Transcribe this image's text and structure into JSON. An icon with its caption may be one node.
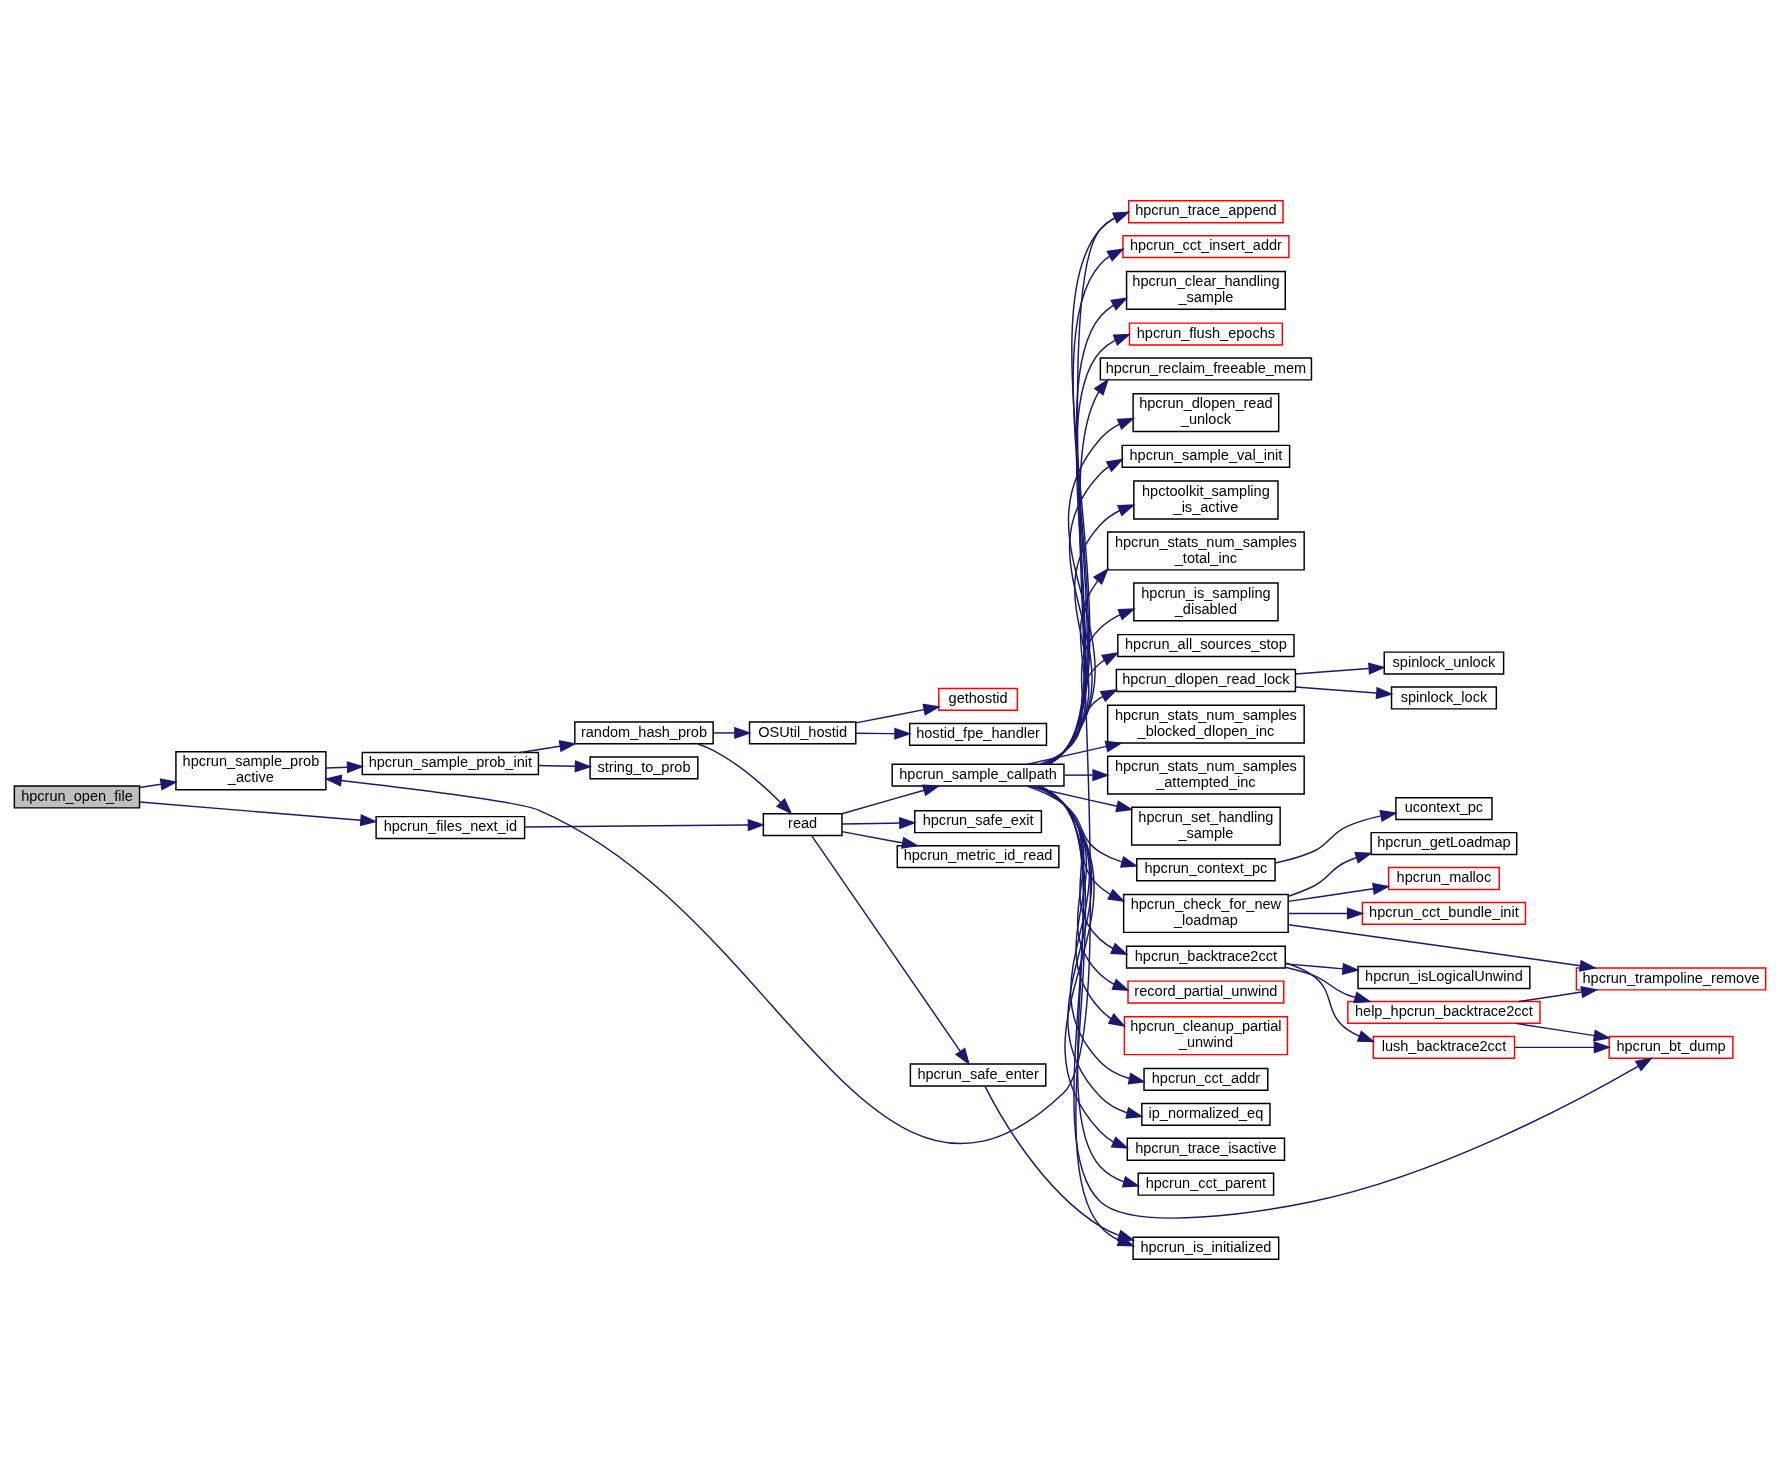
{
  "diagram": {
    "nodes": [
      {
        "text": [
          "hpcrun_open_file"
        ]
      },
      {
        "text": [
          "hpcrun_sample_prob _active"
        ]
      },
      {
        "text": [
          "hpcrun_files_next_id"
        ]
      },
      {
        "text": [
          "hpcrun_sample_prob_init"
        ]
      },
      {
        "text": [
          "random_hash_prob"
        ]
      },
      {
        "text": [
          "string_to_prob"
        ]
      },
      {
        "text": [
          "OSUtil_hostid"
        ]
      },
      {
        "text": [
          "gethostid"
        ]
      },
      {
        "text": [
          "hostid_fpe_handler"
        ]
      },
      {
        "text": [
          "read"
        ]
      },
      {
        "text": [
          "hpcrun_sample_callpath"
        ]
      },
      {
        "text": [
          "hpcrun_safe_exit"
        ]
      },
      {
        "text": [
          "hpcrun_metric_id_read"
        ]
      },
      {
        "text": [
          "hpcrun_safe_enter"
        ]
      },
      {
        "text": [
          "hpcrun_trace_append"
        ]
      },
      {
        "text": [
          "hpcrun_cct_insert_addr"
        ]
      },
      {
        "text": [
          "hpcrun_clear_handling _sample"
        ]
      },
      {
        "text": [
          "hpcrun_flush_epochs"
        ]
      },
      {
        "text": [
          "hpcrun_reclaim_freeable_mem"
        ]
      },
      {
        "text": [
          "hpcrun_dlopen_read _unlock"
        ]
      },
      {
        "text": [
          "hpcrun_sample_val_init"
        ]
      },
      {
        "text": [
          "hpctoolkit_sampling _is_active"
        ]
      },
      {
        "text": [
          "hpcrun_stats_num_samples _total_inc"
        ]
      },
      {
        "text": [
          "hpcrun_is_sampling _disabled"
        ]
      },
      {
        "text": [
          "hpcrun_all_sources_stop"
        ]
      },
      {
        "text": [
          "hpcrun_dlopen_read_lock"
        ]
      },
      {
        "text": [
          "hpcrun_stats_num_samples _blocked_dlopen_inc"
        ]
      },
      {
        "text": [
          "hpcrun_stats_num_samples _attempted_inc"
        ]
      },
      {
        "text": [
          "hpcrun_set_handling _sample"
        ]
      },
      {
        "text": [
          "hpcrun_context_pc"
        ]
      },
      {
        "text": [
          "hpcrun_check_for_new _loadmap"
        ]
      },
      {
        "text": [
          "hpcrun_backtrace2cct"
        ]
      },
      {
        "text": [
          "record_partial_unwind"
        ]
      },
      {
        "text": [
          "hpcrun_cleanup_partial _unwind"
        ]
      },
      {
        "text": [
          "hpcrun_cct_addr"
        ]
      },
      {
        "text": [
          "ip_normalized_eq"
        ]
      },
      {
        "text": [
          "hpcrun_trace_isactive"
        ]
      },
      {
        "text": [
          "hpcrun_cct_parent"
        ]
      },
      {
        "text": [
          "hpcrun_is_initialized"
        ]
      },
      {
        "text": [
          "spinlock_unlock"
        ]
      },
      {
        "text": [
          "spinlock_lock"
        ]
      },
      {
        "text": [
          "ucontext_pc"
        ]
      },
      {
        "text": [
          "hpcrun_getLoadmap"
        ]
      },
      {
        "text": [
          "hpcrun_malloc"
        ]
      },
      {
        "text": [
          "hpcrun_cct_bundle_init"
        ]
      },
      {
        "text": [
          "hpcrun_isLogicalUnwind"
        ]
      },
      {
        "text": [
          "help_hpcrun_backtrace2cct"
        ]
      },
      {
        "text": [
          "lush_backtrace2cct"
        ]
      },
      {
        "text": [
          "hpcrun_trampoline_remove"
        ]
      },
      {
        "text": [
          "hpcrun_bt_dump"
        ]
      }
    ],
    "edges": [
      {
        "from": 0,
        "to": 1,
        "arrow": "to"
      },
      {
        "from": 0,
        "to": 2,
        "arrow": "to"
      },
      {
        "from": 1,
        "to": 3,
        "arrow": "to"
      },
      {
        "from": 3,
        "to": 4,
        "arrow": "to"
      },
      {
        "from": 3,
        "to": 5,
        "arrow": "to"
      },
      {
        "from": 4,
        "to": 6,
        "arrow": "to"
      },
      {
        "from": 4,
        "to": 9,
        "arrow": "to"
      },
      {
        "from": 6,
        "to": 7,
        "arrow": "to"
      },
      {
        "from": 6,
        "to": 8,
        "arrow": "to"
      },
      {
        "from": 2,
        "to": 9,
        "arrow": "to"
      },
      {
        "from": 9,
        "to": 10,
        "arrow": "to"
      },
      {
        "from": 9,
        "to": 11,
        "arrow": "to"
      },
      {
        "from": 9,
        "to": 12,
        "arrow": "to"
      },
      {
        "from": 9,
        "to": 13,
        "arrow": "to"
      },
      {
        "from": 14,
        "to": 1,
        "arrow": "to"
      },
      {
        "from": 10,
        "to": 14,
        "arrow": "to"
      },
      {
        "from": 10,
        "to": 15,
        "arrow": "to"
      },
      {
        "from": 10,
        "to": 16,
        "arrow": "to"
      },
      {
        "from": 10,
        "to": 17,
        "arrow": "to"
      },
      {
        "from": 10,
        "to": 18,
        "arrow": "to"
      },
      {
        "from": 10,
        "to": 19,
        "arrow": "to"
      },
      {
        "from": 10,
        "to": 20,
        "arrow": "to"
      },
      {
        "from": 10,
        "to": 21,
        "arrow": "to"
      },
      {
        "from": 10,
        "to": 22,
        "arrow": "to"
      },
      {
        "from": 10,
        "to": 23,
        "arrow": "to"
      },
      {
        "from": 10,
        "to": 24,
        "arrow": "to"
      },
      {
        "from": 10,
        "to": 25,
        "arrow": "to"
      },
      {
        "from": 10,
        "to": 26,
        "arrow": "to"
      },
      {
        "from": 10,
        "to": 27,
        "arrow": "to"
      },
      {
        "from": 10,
        "to": 28,
        "arrow": "to"
      },
      {
        "from": 10,
        "to": 29,
        "arrow": "to"
      },
      {
        "from": 10,
        "to": 30,
        "arrow": "to"
      },
      {
        "from": 10,
        "to": 31,
        "arrow": "to"
      },
      {
        "from": 10,
        "to": 32,
        "arrow": "to"
      },
      {
        "from": 10,
        "to": 33,
        "arrow": "to"
      },
      {
        "from": 10,
        "to": 34,
        "arrow": "to"
      },
      {
        "from": 10,
        "to": 35,
        "arrow": "to"
      },
      {
        "from": 10,
        "to": 36,
        "arrow": "to"
      },
      {
        "from": 10,
        "to": 37,
        "arrow": "to"
      },
      {
        "from": 10,
        "to": 38,
        "arrow": "to"
      },
      {
        "from": 10,
        "to": 49,
        "arrow": "to"
      },
      {
        "from": 13,
        "to": 38,
        "arrow": "to"
      },
      {
        "from": 25,
        "to": 39,
        "arrow": "to"
      },
      {
        "from": 25,
        "to": 40,
        "arrow": "to"
      },
      {
        "from": 29,
        "to": 41,
        "arrow": "to"
      },
      {
        "from": 30,
        "to": 42,
        "arrow": "to"
      },
      {
        "from": 30,
        "to": 43,
        "arrow": "to"
      },
      {
        "from": 30,
        "to": 44,
        "arrow": "to"
      },
      {
        "from": 30,
        "to": 48,
        "arrow": "to"
      },
      {
        "from": 31,
        "to": 45,
        "arrow": "to"
      },
      {
        "from": 31,
        "to": 46,
        "arrow": "to"
      },
      {
        "from": 31,
        "to": 47,
        "arrow": "to"
      },
      {
        "from": 46,
        "to": 48,
        "arrow": "to"
      },
      {
        "from": 46,
        "to": 49,
        "arrow": "to"
      },
      {
        "from": 47,
        "to": 49,
        "arrow": "to"
      }
    ]
  }
}
